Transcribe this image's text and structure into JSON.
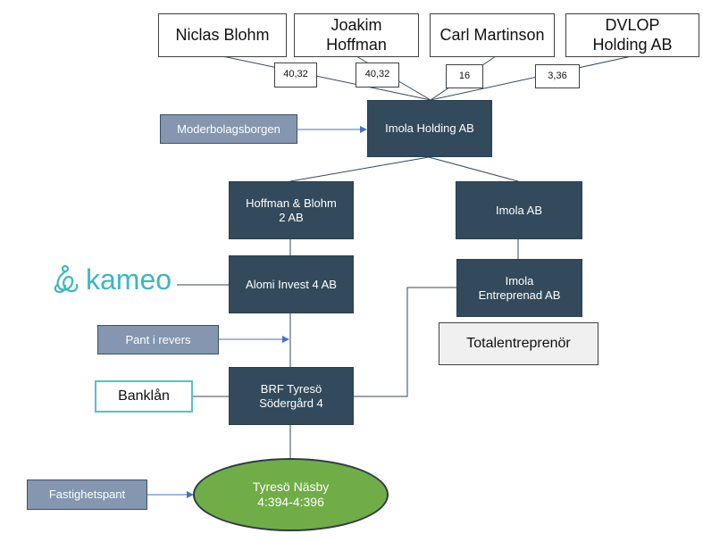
{
  "owners": [
    {
      "name": "Niclas Blohm",
      "share": "40,32"
    },
    {
      "name": "Joakim\nHoffman",
      "share": "40,32"
    },
    {
      "name": "Carl Martinson",
      "share": "16"
    },
    {
      "name": "DVLOP\nHolding AB",
      "share": "3,36"
    }
  ],
  "nodes": {
    "imola_holding": "Imola Holding AB",
    "moderbolagsborgen": "Moderbolagsborgen",
    "hoffman_blohm": "Hoffman & Blohm\n2 AB",
    "imola_ab": "Imola AB",
    "alomi": "Alomi Invest 4 AB",
    "imola_entreprenad": "Imola\nEntreprenad AB",
    "totalentreprenor": "Totalentreprenör",
    "pant_i_revers": "Pant i revers",
    "banklan": "Banklån",
    "brf": "BRF Tyresö\nSödergård 4",
    "fastighetspant": "Fastighetspant",
    "property": "Tyresö Näsby\n4:394-4:396"
  },
  "logo": {
    "text": "kameo",
    "icon": "kameo-knot-icon",
    "color": "#3ab7c4"
  },
  "colors": {
    "dark_node": "#324a5b",
    "grey_node": "#8496b0",
    "ellipse_fill": "#70ad47",
    "connector": "#4472c4",
    "line": "#324a5b"
  }
}
